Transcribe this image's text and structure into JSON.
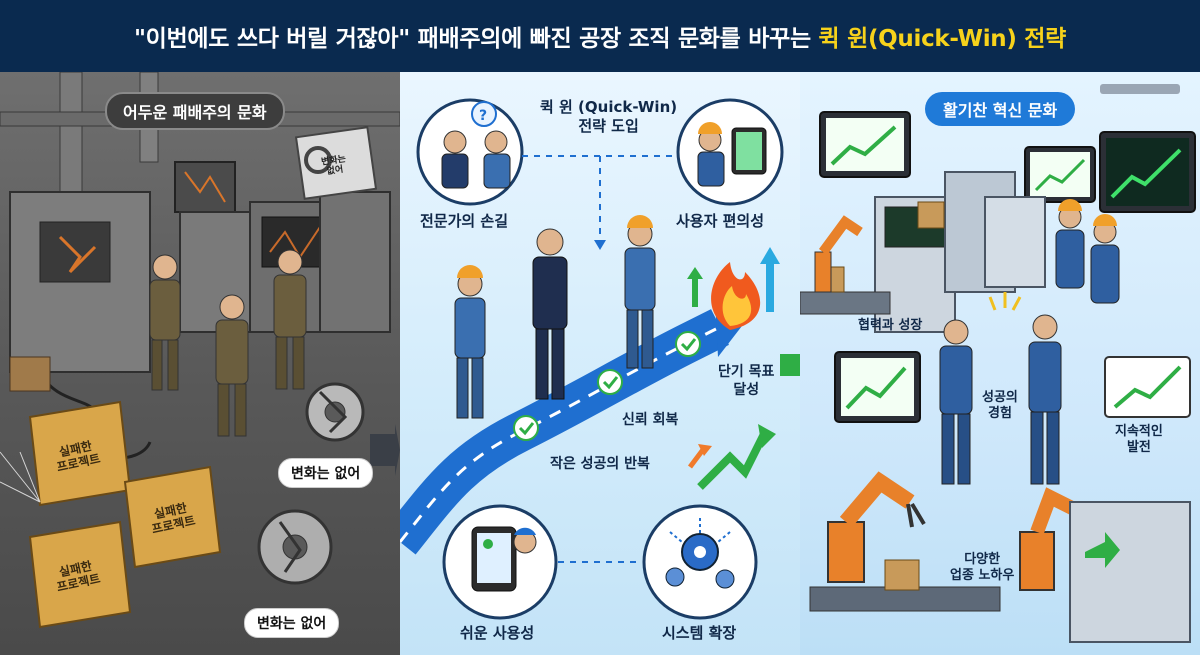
{
  "header": {
    "title_main": "\"이번에도 쓰다 버릴 거잖아\" 패배주의에 빠진 공장 조직 문화를 바꾸는 ",
    "title_accent": "퀵 윈(Quick-Win) 전략"
  },
  "left": {
    "title": "어두운 패배주의 문화",
    "sign_text": "변화는\n없어",
    "tag_no_change_1": "변화는 없어",
    "tag_no_change_2": "변화는 없어",
    "folder_label": "실패한\n프로젝트"
  },
  "middle": {
    "strategy_title": "퀵 윈 (Quick-Win)\n전략 도입",
    "expert_touch": "전문가의 손길",
    "user_convenience": "사용자 편의성",
    "short_term_goal": "단기 목표\n달성",
    "trust_recovery": "신뢰 회복",
    "repeat_small_success": "작은 성공의 반복",
    "ease_of_use": "쉬운 사용성",
    "system_expansion": "시스템 확장"
  },
  "right": {
    "title": "활기찬 혁신 문화",
    "cooperation_growth": "협력과 성장",
    "success_experience": "성공의\n경험",
    "sustainable_development": "지속적인\n발전",
    "industry_knowhow": "다양한\n업종 노하우"
  },
  "colors": {
    "header_bg": "#0a2a4f",
    "accent_yellow": "#f7d21b",
    "road_blue": "#1f6fd0",
    "growth_green": "#2fae45",
    "dark_panel": "#5a5a5a"
  }
}
